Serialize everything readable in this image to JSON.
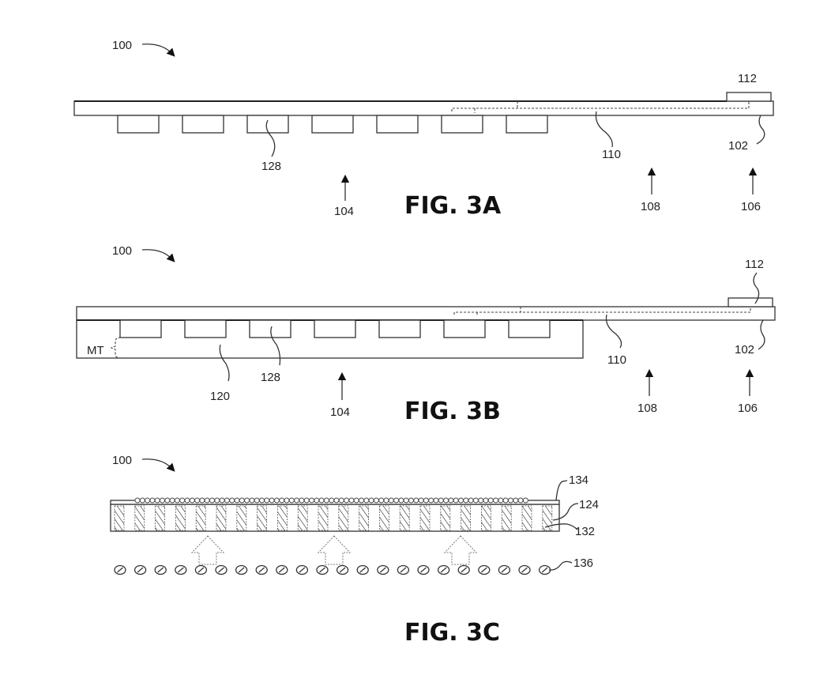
{
  "figures": [
    {
      "id": "3A",
      "caption": "FIG. 3A",
      "pad_count": 7,
      "labels": {
        "assembly": "100",
        "pad": "128",
        "region_a": "104",
        "trace": "110",
        "region_b": "108",
        "region_c": "106",
        "substrate": "102",
        "component": "112"
      }
    },
    {
      "id": "3B",
      "caption": "FIG. 3B",
      "pad_count": 7,
      "labels": {
        "assembly": "100",
        "mold_thickness": "MT",
        "mold": "120",
        "pad": "128",
        "region_a": "104",
        "trace": "110",
        "region_b": "108",
        "region_c": "106",
        "substrate": "102",
        "component": "112"
      }
    },
    {
      "id": "3C",
      "caption": "FIG. 3C",
      "column_count": 22,
      "particle_count": 22,
      "arrow_count": 3,
      "labels": {
        "assembly": "100",
        "top_layer": "134",
        "body": "124",
        "filler": "132",
        "particles": "136"
      }
    }
  ]
}
